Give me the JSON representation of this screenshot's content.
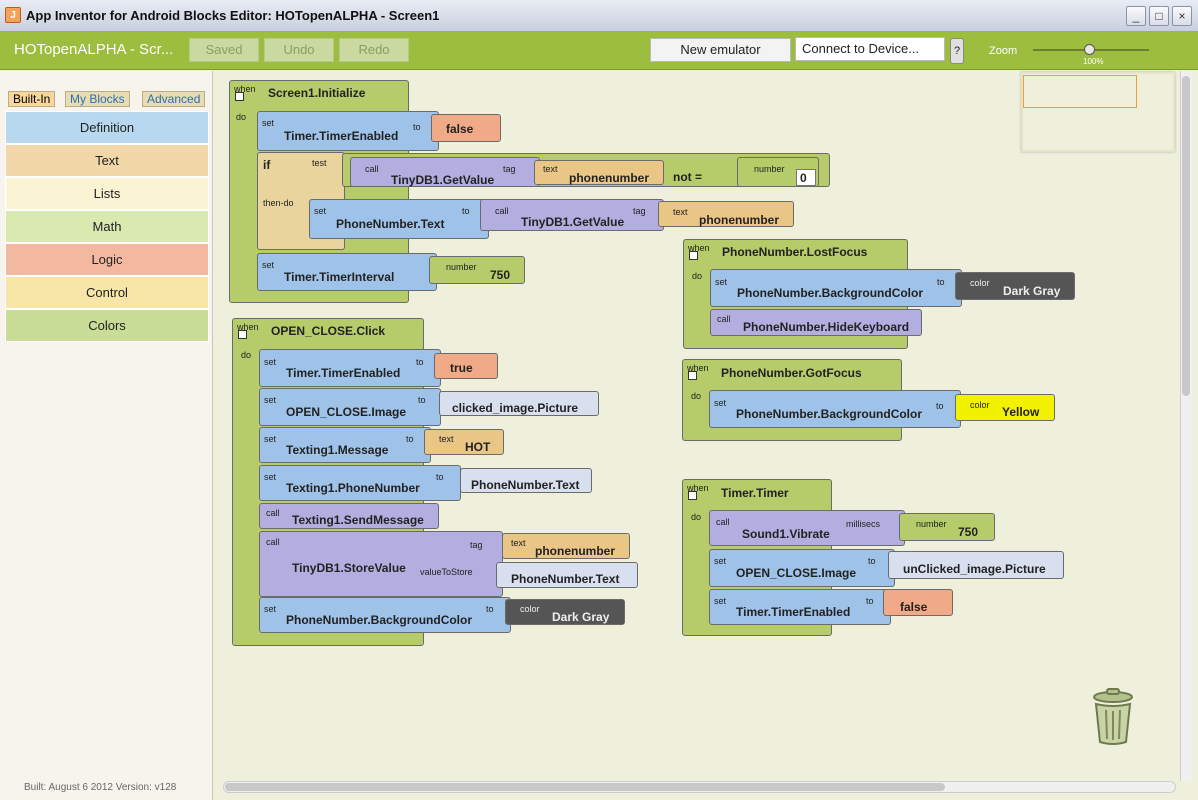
{
  "window": {
    "title": "App Inventor for Android Blocks Editor: HOTopenALPHA - Screen1",
    "min": "_",
    "max": "□",
    "close": "×"
  },
  "toolbar": {
    "project": "HOTopenALPHA - Scr...",
    "saved": "Saved",
    "undo": "Undo",
    "redo": "Redo",
    "new_emulator": "New emulator",
    "connect": "Connect to Device...",
    "help": "?",
    "zoom_label": "Zoom",
    "zoom_value": "100%"
  },
  "palette": {
    "tabs": [
      "Built-In",
      "My Blocks",
      "Advanced"
    ],
    "categories": [
      {
        "label": "Definition",
        "color": "#b8d8f0"
      },
      {
        "label": "Text",
        "color": "#f2d8a8"
      },
      {
        "label": "Lists",
        "color": "#fbf4d4"
      },
      {
        "label": "Math",
        "color": "#d9e9b0"
      },
      {
        "label": "Logic",
        "color": "#f3b9a0"
      },
      {
        "label": "Control",
        "color": "#f7e6a8"
      },
      {
        "label": "Colors",
        "color": "#c9dd98"
      }
    ],
    "built": "Built: August 6 2012 Version: v128"
  },
  "kw": {
    "when": "when",
    "do": "do",
    "set": "set",
    "to": "to",
    "call": "call",
    "if": "if",
    "test": "test",
    "then_do": "then-do",
    "tag": "tag",
    "text": "text",
    "number": "number",
    "color": "color",
    "not_eq": "not =",
    "value_to_store": "valueToStore",
    "millisecs": "millisecs"
  },
  "blocks": {
    "screen_init": "Screen1.Initialize",
    "timer_enabled": "Timer.TimerEnabled",
    "false_val": "false",
    "true_val": "true",
    "tinydb_get": "TinyDB1.GetValue",
    "phonenumber_tag": "phonenumber",
    "zero": "0",
    "phonenumber_text": "PhoneNumber.Text",
    "timer_interval": "Timer.TimerInterval",
    "n750": "750",
    "open_close_click": "OPEN_CLOSE.Click",
    "open_close_image": "OPEN_CLOSE.Image",
    "clicked_pic": "clicked_image.Picture",
    "texting_msg": "Texting1.Message",
    "hot": "HOT",
    "texting_phone": "Texting1.PhoneNumber",
    "send_msg": "Texting1.SendMessage",
    "store_value": "TinyDB1.StoreValue",
    "pn_bgcolor": "PhoneNumber.BackgroundColor",
    "dark_gray": "Dark Gray",
    "pn_lost": "PhoneNumber.LostFocus",
    "hide_kb": "PhoneNumber.HideKeyboard",
    "pn_got": "PhoneNumber.GotFocus",
    "yellow": "Yellow",
    "timer_timer": "Timer.Timer",
    "vibrate": "Sound1.Vibrate",
    "unclicked_pic": "unClicked_image.Picture"
  }
}
